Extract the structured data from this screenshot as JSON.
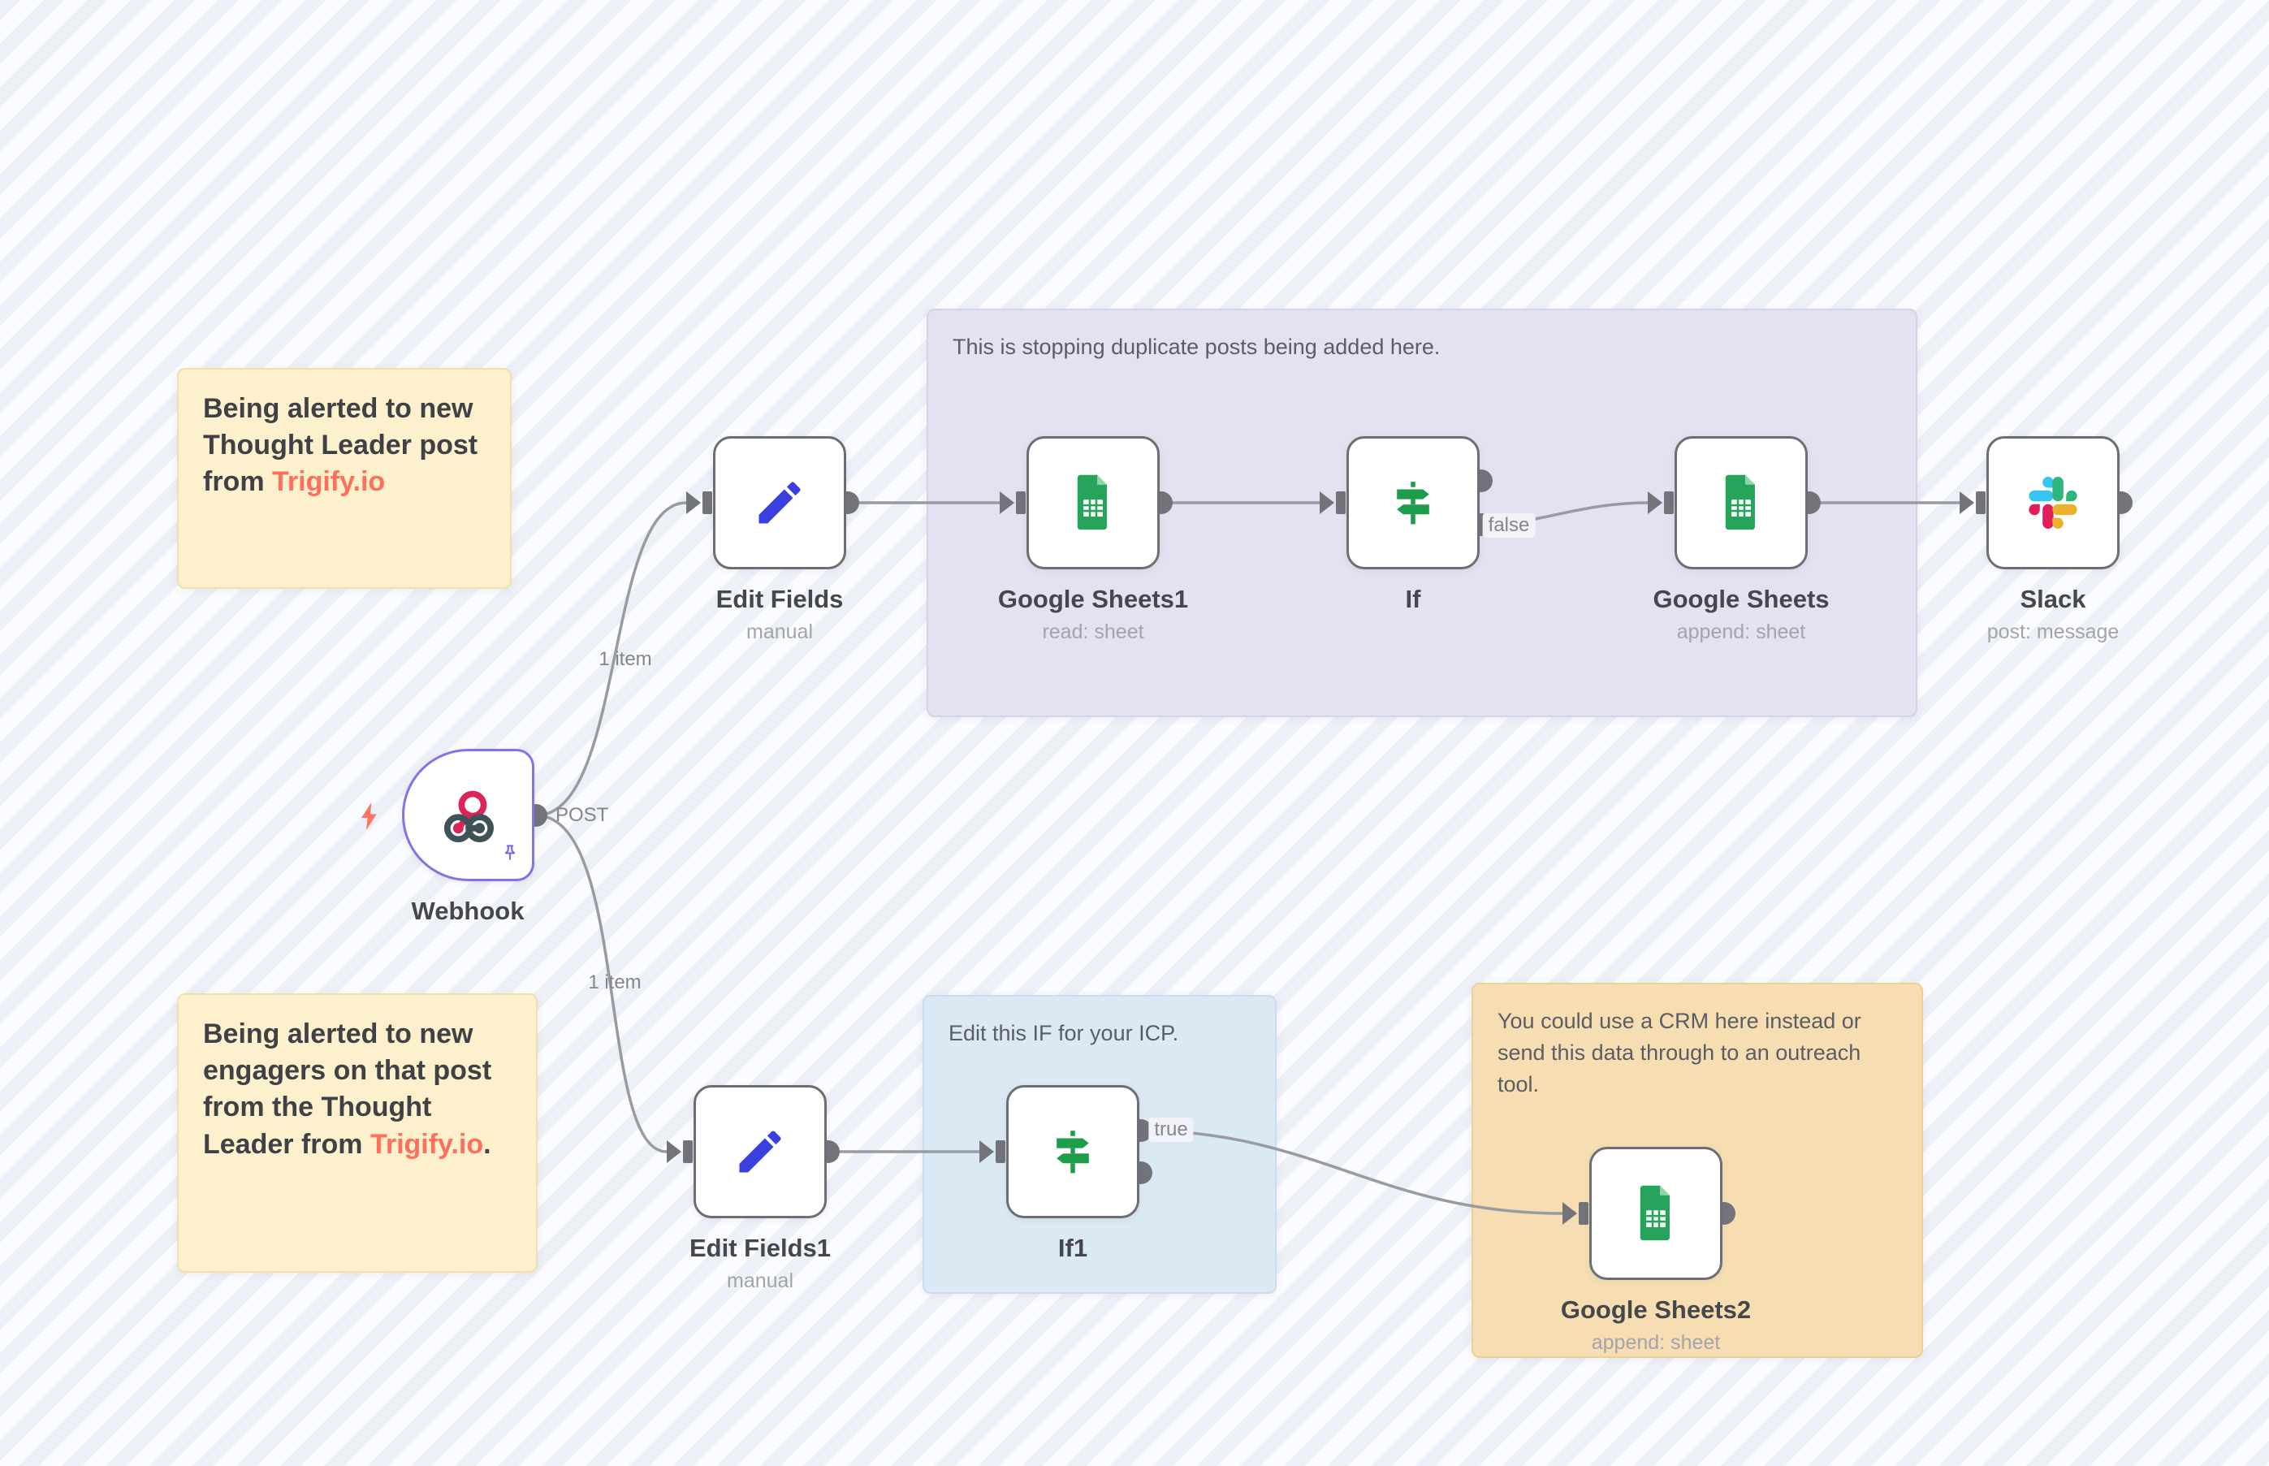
{
  "app": "n8n workflow canvas",
  "colors": {
    "trigify_brand": "#ff6f5c",
    "edge_gray": "#9a9aa1",
    "node_border": "#6d6d74",
    "webhook_selected_border": "#8374e6",
    "sticky_yellow": "#fdf0cc",
    "sticky_purple": "#e4e1f0",
    "sticky_blue": "#dbe9f4",
    "sticky_orange": "#f6deb2",
    "webhook_icon_pink": "#dd2457",
    "webhook_icon_dark": "#3e5257",
    "pencil_blue": "#3a3fe0",
    "sheets_green": "#26a45c",
    "if_green": "#1d9c49",
    "slack_blue": "#36C5F0",
    "slack_green": "#2EB67D",
    "slack_yellow": "#ECB22E",
    "slack_red": "#E01E5A"
  },
  "notes": {
    "trigger_post": {
      "pre": "Being alerted to new Thought Leader post from ",
      "brand": "Trigify.io",
      "post": ""
    },
    "engagers": {
      "pre": "Being alerted to new engagers on that post from the Thought Leader from ",
      "brand": "Trigify.io",
      "post": "."
    },
    "dedupe": {
      "text": "This is stopping duplicate posts being added here."
    },
    "icp": {
      "text": "Edit this IF for your ICP."
    },
    "crm": {
      "text": "You could use a CRM here instead or send this data through to an outreach tool."
    }
  },
  "nodes": {
    "webhook": {
      "label": "Webhook"
    },
    "edit_fields": {
      "label": "Edit Fields",
      "subtitle": "manual"
    },
    "google_sheets1": {
      "label": "Google Sheets1",
      "subtitle": "read: sheet"
    },
    "if": {
      "label": "If"
    },
    "google_sheets": {
      "label": "Google Sheets",
      "subtitle": "append: sheet"
    },
    "slack": {
      "label": "Slack",
      "subtitle": "post: message"
    },
    "edit_fields1": {
      "label": "Edit Fields1",
      "subtitle": "manual"
    },
    "if1": {
      "label": "If1"
    },
    "google_sheets2": {
      "label": "Google Sheets2",
      "subtitle": "append: sheet"
    }
  },
  "edge_labels": {
    "webhook_method": "POST",
    "items_top": "1 item",
    "items_bottom": "1 item",
    "if_false": "false",
    "if1_true": "true"
  }
}
